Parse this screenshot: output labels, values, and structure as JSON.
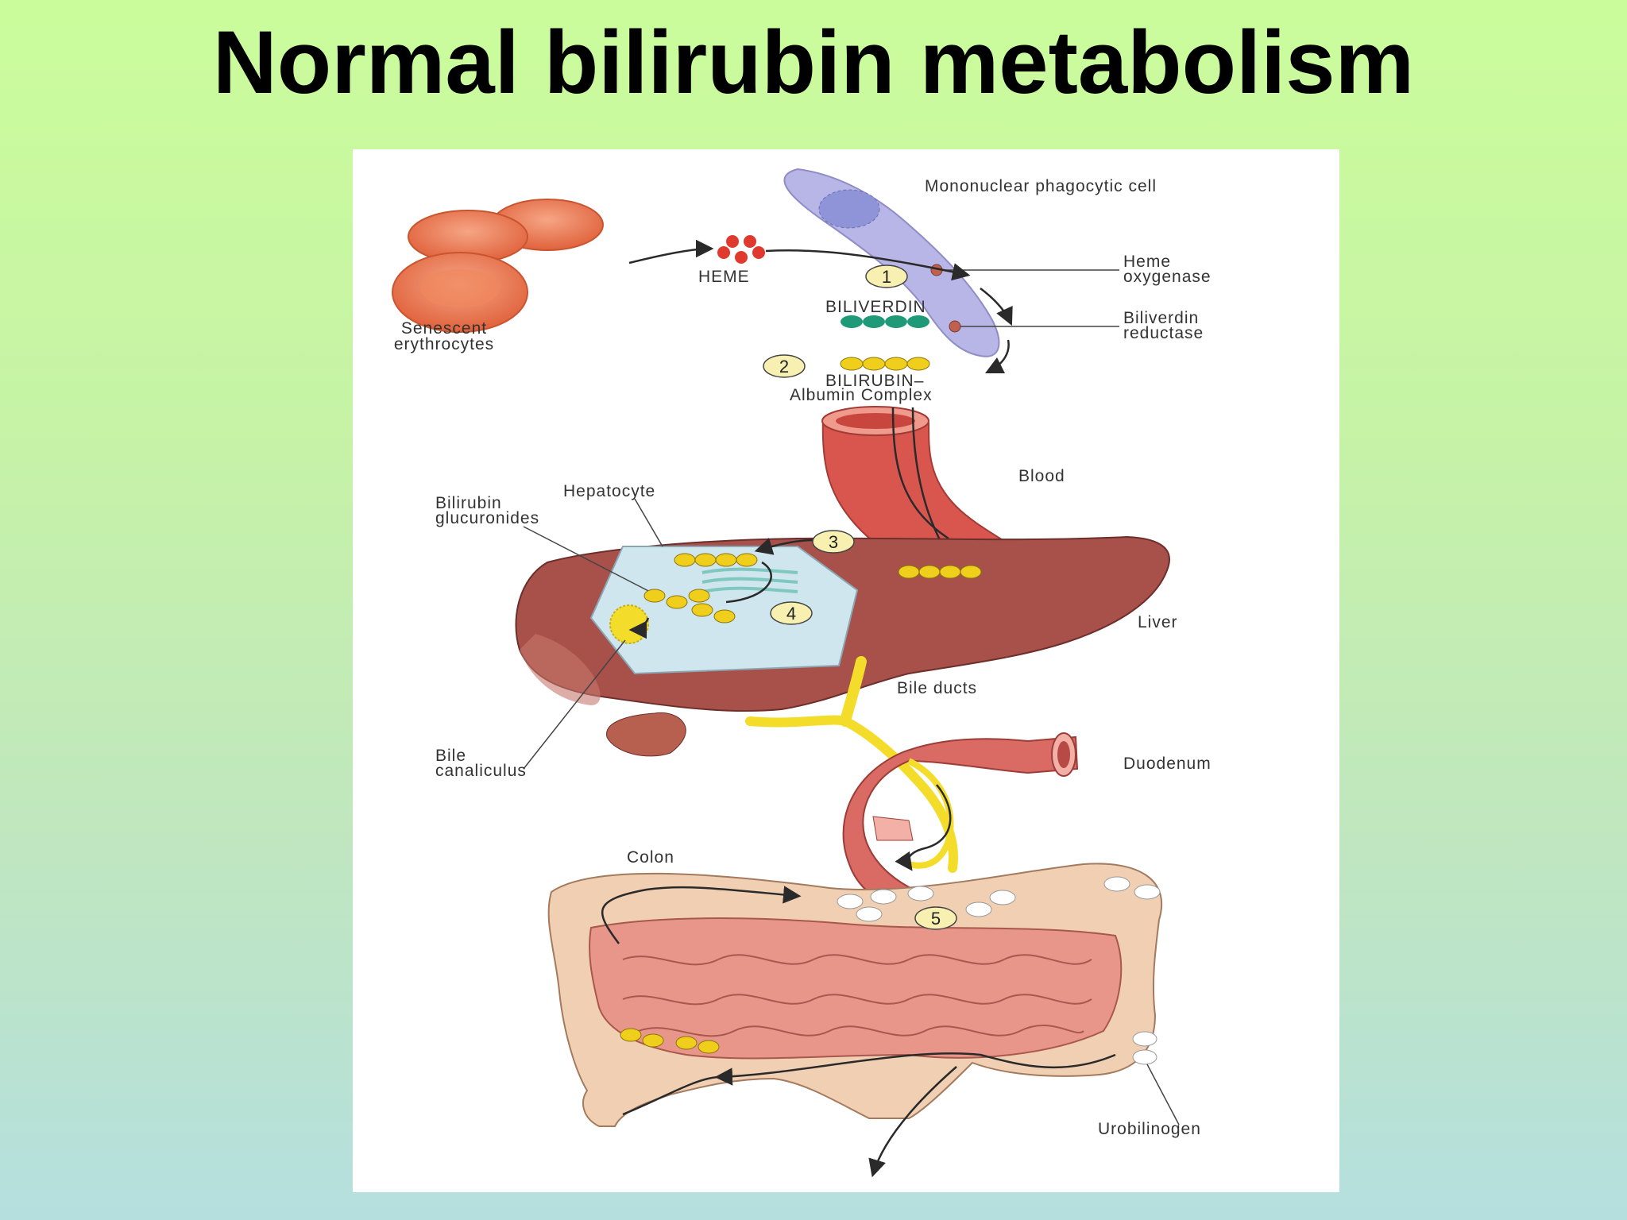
{
  "slide": {
    "title": "Normal bilirubin metabolism"
  },
  "diagram": {
    "labels": {
      "mononuclear_cell": "Mononuclear phagocytic cell",
      "heme": "HEME",
      "heme_oxygenase_1": "Heme",
      "heme_oxygenase_2": "oxygenase",
      "biliverdin": "BILIVERDIN",
      "biliverdin_reductase_1": "Biliverdin",
      "biliverdin_reductase_2": "reductase",
      "senescent_1": "Senescent",
      "senescent_2": "erythrocytes",
      "bilirubin_albumin_1": "BILIRUBIN–",
      "bilirubin_albumin_2": "Albumin Complex",
      "blood": "Blood",
      "hepatocyte": "Hepatocyte",
      "bilirubin_glucuronides_1": "Bilirubin",
      "bilirubin_glucuronides_2": "glucuronides",
      "liver": "Liver",
      "bile_ducts": "Bile ducts",
      "bile_canaliculus_1": "Bile",
      "bile_canaliculus_2": "canaliculus",
      "duodenum": "Duodenum",
      "colon": "Colon",
      "urobilinogen": "Urobilinogen"
    },
    "steps": [
      "1",
      "2",
      "3",
      "4",
      "5"
    ],
    "colors": {
      "erythrocyte": "#e8734a",
      "heme": "#e03a2e",
      "biliverdin": "#1f9a78",
      "bilirubin": "#f0cf1c",
      "phagocyte": "#b7b5e6",
      "blood_vessel": "#d9564f",
      "liver": "#a8504a",
      "hepatocyte": "#cfe6ee",
      "bile": "#f3dd2a",
      "duodenum": "#d96a64",
      "colon": "#f1cfb2",
      "small_intestine": "#e8958a",
      "urobilinogen": "#ffffff"
    }
  }
}
